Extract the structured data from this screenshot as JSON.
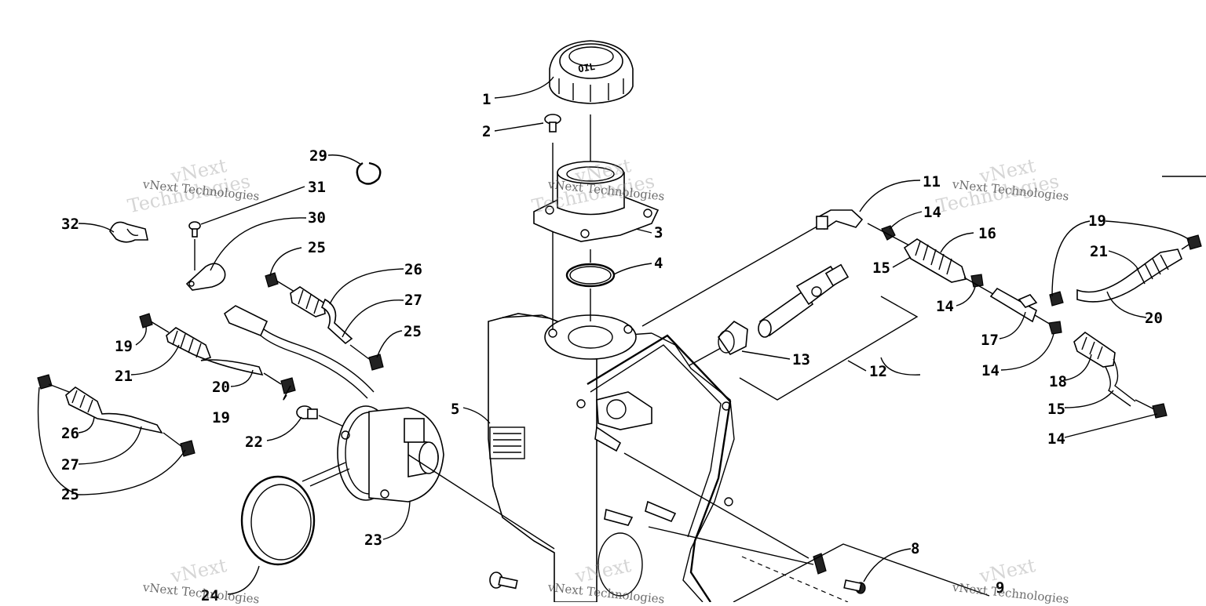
{
  "callouts": [
    {
      "id": "c1",
      "label": "1"
    },
    {
      "id": "c2",
      "label": "2"
    },
    {
      "id": "c3",
      "label": "3"
    },
    {
      "id": "c4",
      "label": "4"
    },
    {
      "id": "c5",
      "label": "5"
    },
    {
      "id": "c8",
      "label": "8"
    },
    {
      "id": "c9",
      "label": "9"
    },
    {
      "id": "c11",
      "label": "11"
    },
    {
      "id": "c12",
      "label": "12"
    },
    {
      "id": "c13",
      "label": "13"
    },
    {
      "id": "c14a",
      "label": "14"
    },
    {
      "id": "c14b",
      "label": "14"
    },
    {
      "id": "c14c",
      "label": "14"
    },
    {
      "id": "c14d",
      "label": "14"
    },
    {
      "id": "c15a",
      "label": "15"
    },
    {
      "id": "c15b",
      "label": "15"
    },
    {
      "id": "c16",
      "label": "16"
    },
    {
      "id": "c17",
      "label": "17"
    },
    {
      "id": "c18",
      "label": "18"
    },
    {
      "id": "c19a",
      "label": "19"
    },
    {
      "id": "c19b",
      "label": "19"
    },
    {
      "id": "c19c",
      "label": "19"
    },
    {
      "id": "c20a",
      "label": "20"
    },
    {
      "id": "c20b",
      "label": "20"
    },
    {
      "id": "c21a",
      "label": "21"
    },
    {
      "id": "c21b",
      "label": "21"
    },
    {
      "id": "c22",
      "label": "22"
    },
    {
      "id": "c23",
      "label": "23"
    },
    {
      "id": "c24",
      "label": "24"
    },
    {
      "id": "c25a",
      "label": "25"
    },
    {
      "id": "c25b",
      "label": "25"
    },
    {
      "id": "c25c",
      "label": "25"
    },
    {
      "id": "c26a",
      "label": "26"
    },
    {
      "id": "c26b",
      "label": "26"
    },
    {
      "id": "c27a",
      "label": "27"
    },
    {
      "id": "c27b",
      "label": "27"
    },
    {
      "id": "c29",
      "label": "29"
    },
    {
      "id": "c30",
      "label": "30"
    },
    {
      "id": "c31",
      "label": "31"
    },
    {
      "id": "c32",
      "label": "32"
    }
  ],
  "cap_text": "OIL",
  "watermark": {
    "brand": "vNext",
    "brand_line2": "Technologies",
    "full": "vNext Technologies"
  }
}
